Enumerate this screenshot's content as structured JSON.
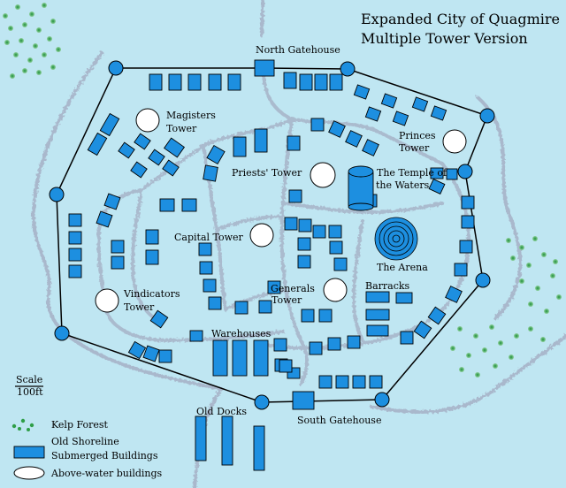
{
  "title": {
    "line1": "Expanded City of Quagmire",
    "line2": "Multiple Tower Version"
  },
  "labels": {
    "north_gatehouse": "North Gatehouse",
    "magisters_tower_1": "Magisters",
    "magisters_tower_2": "Tower",
    "princes_tower_1": "Princes",
    "princes_tower_2": "Tower",
    "priests_tower": "Priests' Tower",
    "temple_1": "The Temple of",
    "temple_2": "the Waters",
    "capital_tower": "Capital Tower",
    "the_arena": "The Arena",
    "vindicators_tower_1": "Vindicators",
    "vindicators_tower_2": "Tower",
    "generals_tower_1": "Generals",
    "generals_tower_2": "Tower",
    "barracks": "Barracks",
    "warehouses": "Warehouses",
    "old_docks": "Old Docks",
    "south_gatehouse": "South Gatehouse"
  },
  "scale": {
    "label": "Scale",
    "value": "100ft"
  },
  "legend": {
    "kelp_forest": "Kelp Forest",
    "old_shoreline": "Old Shoreline",
    "submerged_buildings": "Submerged Buildings",
    "above_water_buildings": "Above-water buildings"
  },
  "colors": {
    "water": "#bfe6f2",
    "building": "#1d8fe0",
    "shoreline": "#a7b4c8",
    "kelp": "#2f9e48",
    "wall": "#000000",
    "above_water": "#ffffff"
  }
}
